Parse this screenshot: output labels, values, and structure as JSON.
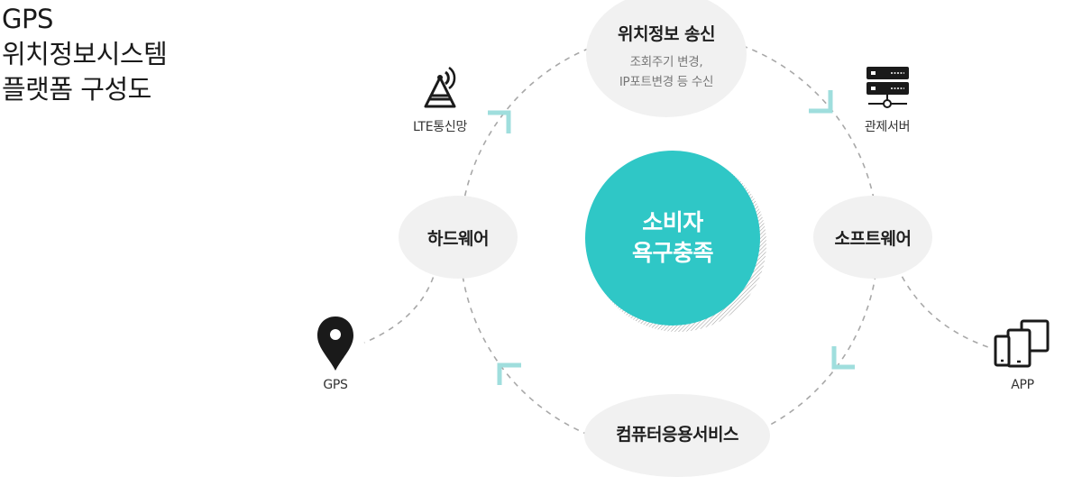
{
  "title": {
    "lines": [
      "GPS",
      "위치정보시스템",
      "플랫폼 구성도"
    ]
  },
  "center": {
    "line1": "소비자",
    "line2": "욕구충족"
  },
  "nodes": {
    "location_send": {
      "label": "위치정보 송신",
      "sub1": "조회주기 변경,",
      "sub2": "IP포트변경 등 수신"
    },
    "hardware": {
      "label": "하드웨어"
    },
    "software": {
      "label": "소프트웨어"
    },
    "service": {
      "label": "컴퓨터응용서비스"
    }
  },
  "satellites": {
    "lte": {
      "label": "LTE통신망",
      "icon": "cell-tower-icon"
    },
    "server": {
      "label": "관제서버",
      "icon": "server-icon"
    },
    "gps": {
      "label": "GPS",
      "icon": "map-pin-icon"
    },
    "app": {
      "label": "APP",
      "icon": "devices-icon"
    }
  },
  "colors": {
    "accent": "#2fc7c6",
    "arrow": "#9fdedd",
    "node_bg": "#f1f1f1",
    "dash": "#a8a8a8",
    "icon": "#1a1a1a"
  }
}
